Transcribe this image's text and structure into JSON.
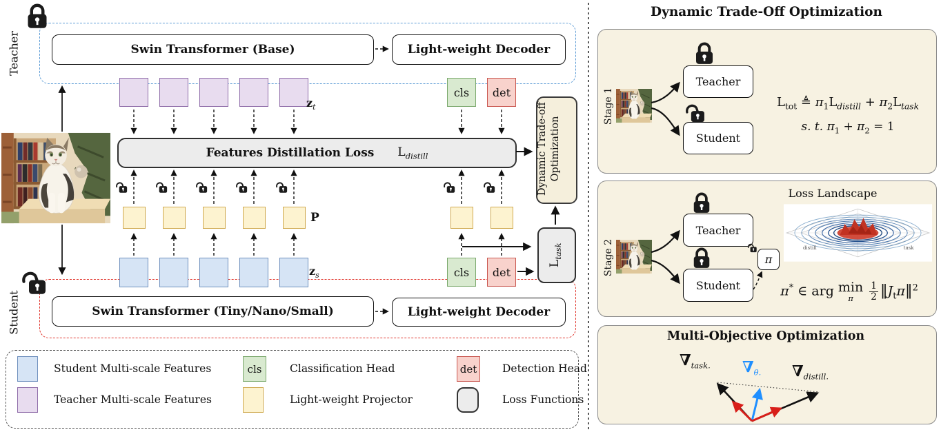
{
  "left": {
    "teacher_label": "Teacher",
    "student_label": "Student",
    "teacher_backbone": "Swin Transformer (Base)",
    "teacher_decoder": "Light-weight Decoder",
    "student_backbone": "Swin Transformer (Tiny/Nano/Small)",
    "student_decoder": "Light-weight Decoder",
    "distill_title": "Features Distillation Loss",
    "cls": "cls",
    "det": "det",
    "tradeoff_line1": "Dynamic Trade-off",
    "tradeoff_line2": "Optimization",
    "math": {
      "l_distill": [
        {
          "t": "L"
        },
        {
          "t": "distill",
          "k": "subit"
        }
      ],
      "l_task": [
        {
          "t": "L"
        },
        {
          "t": "task",
          "k": "subit"
        }
      ],
      "z_t": [
        {
          "t": "z",
          "k": "b"
        },
        {
          "t": "t",
          "k": "subit"
        }
      ],
      "z_s": [
        {
          "t": "z",
          "k": "b"
        },
        {
          "t": "s",
          "k": "subit"
        }
      ],
      "p": [
        {
          "t": "P",
          "k": "b"
        }
      ]
    }
  },
  "legend": {
    "student_features": "Student Multi-scale Features",
    "teacher_features": "Teacher Multi-scale Features",
    "cls_label": "cls",
    "cls_text": "Classification Head",
    "projector_text": "Light-weight Projector",
    "det_label": "det",
    "det_text": "Detection Head",
    "loss_text": "Loss Functions"
  },
  "right": {
    "title": "Dynamic Trade-Off Optimization",
    "stage1": {
      "stage_label": "Stage 1",
      "teacher": "Teacher",
      "student": "Student",
      "eq_main": [
        {
          "t": "L"
        },
        {
          "t": "tot",
          "k": "sub"
        },
        {
          "t": " ≜ "
        },
        {
          "t": "π",
          "k": "it"
        },
        {
          "t": "1",
          "k": "sub"
        },
        {
          "t": "L"
        },
        {
          "t": "distill",
          "k": "subit"
        },
        {
          "t": " + "
        },
        {
          "t": "π",
          "k": "it"
        },
        {
          "t": "2",
          "k": "sub"
        },
        {
          "t": "L"
        },
        {
          "t": "task",
          "k": "subit"
        }
      ],
      "eq_constraint": [
        {
          "t": "s. t. ",
          "k": "it"
        },
        {
          "t": "π",
          "k": "it"
        },
        {
          "t": "1",
          "k": "sub"
        },
        {
          "t": " + "
        },
        {
          "t": "π",
          "k": "it"
        },
        {
          "t": "2",
          "k": "sub"
        },
        {
          "t": " = 1"
        }
      ]
    },
    "stage2": {
      "stage_label": "Stage 2",
      "panel_title": "Loss Landscape",
      "teacher": "Teacher",
      "student": "Student",
      "pi_label": "π",
      "landscape_left": "distill",
      "landscape_right": "task",
      "eq": [
        {
          "t": "π",
          "k": "it"
        },
        {
          "t": "*",
          "k": "sup"
        },
        {
          "t": " ∈ arg "
        },
        {
          "t": "min",
          "u": "π",
          "k": "under"
        },
        {
          "t": " "
        },
        {
          "n": "1",
          "d": "2",
          "k": "frac"
        },
        {
          "t": "‖",
          "k": "big"
        },
        {
          "t": "J",
          "k": "it"
        },
        {
          "t": "t",
          "k": "sub"
        },
        {
          "t": "π",
          "k": "it"
        },
        {
          "t": "‖",
          "k": "big"
        },
        {
          "t": "2",
          "k": "sup"
        }
      ]
    },
    "moo": {
      "title": "Multi-Objective Optimization",
      "grad_task": [
        {
          "t": "∇",
          "k": "nab"
        },
        {
          "t": "task.",
          "k": "subit"
        }
      ],
      "grad_theta": [
        {
          "t": "∇",
          "k": "nab"
        },
        {
          "t": "θ.",
          "k": "subit"
        }
      ],
      "grad_distill": [
        {
          "t": "∇",
          "k": "nab"
        },
        {
          "t": "distill.",
          "k": "subit"
        }
      ]
    }
  },
  "colors": {
    "teacher_feature_fill": "#e8dcef",
    "student_feature_fill": "#d6e4f5",
    "projector_fill": "#fdf3d0",
    "cls_fill": "#d9ead0",
    "det_fill": "#f8d2cc",
    "loss_fill": "#ececec",
    "panel_fill": "#f7f2e2",
    "teacher_dash": "#5b9bd5",
    "student_dash": "#e0342b",
    "accent_blue": "#1f8fff",
    "accent_red": "#d81f1a"
  }
}
